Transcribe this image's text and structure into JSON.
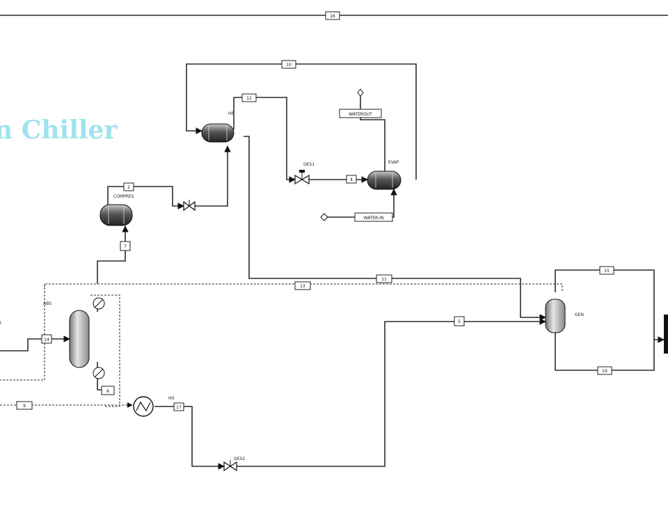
{
  "title": "n Chiller",
  "blocks": {
    "hp": "HP",
    "evap": "EVAP",
    "des1": "DES1",
    "compres": "COMPRES",
    "absb": "ABS",
    "hx": "HX",
    "des2": "DES2",
    "gen": "GEN"
  },
  "streams": {
    "s16": "16",
    "s10": "10",
    "s12": "12",
    "s4": "4",
    "waterout": "WATEROUT",
    "waterin": "WATER-IN",
    "s2": "2",
    "s7": "7",
    "s13": "13",
    "s11": "11",
    "s5": "5",
    "s14": "14",
    "s6": "6",
    "s9": "9",
    "s17": "17",
    "s15": "15",
    "s19": "19",
    "s3": "3"
  }
}
